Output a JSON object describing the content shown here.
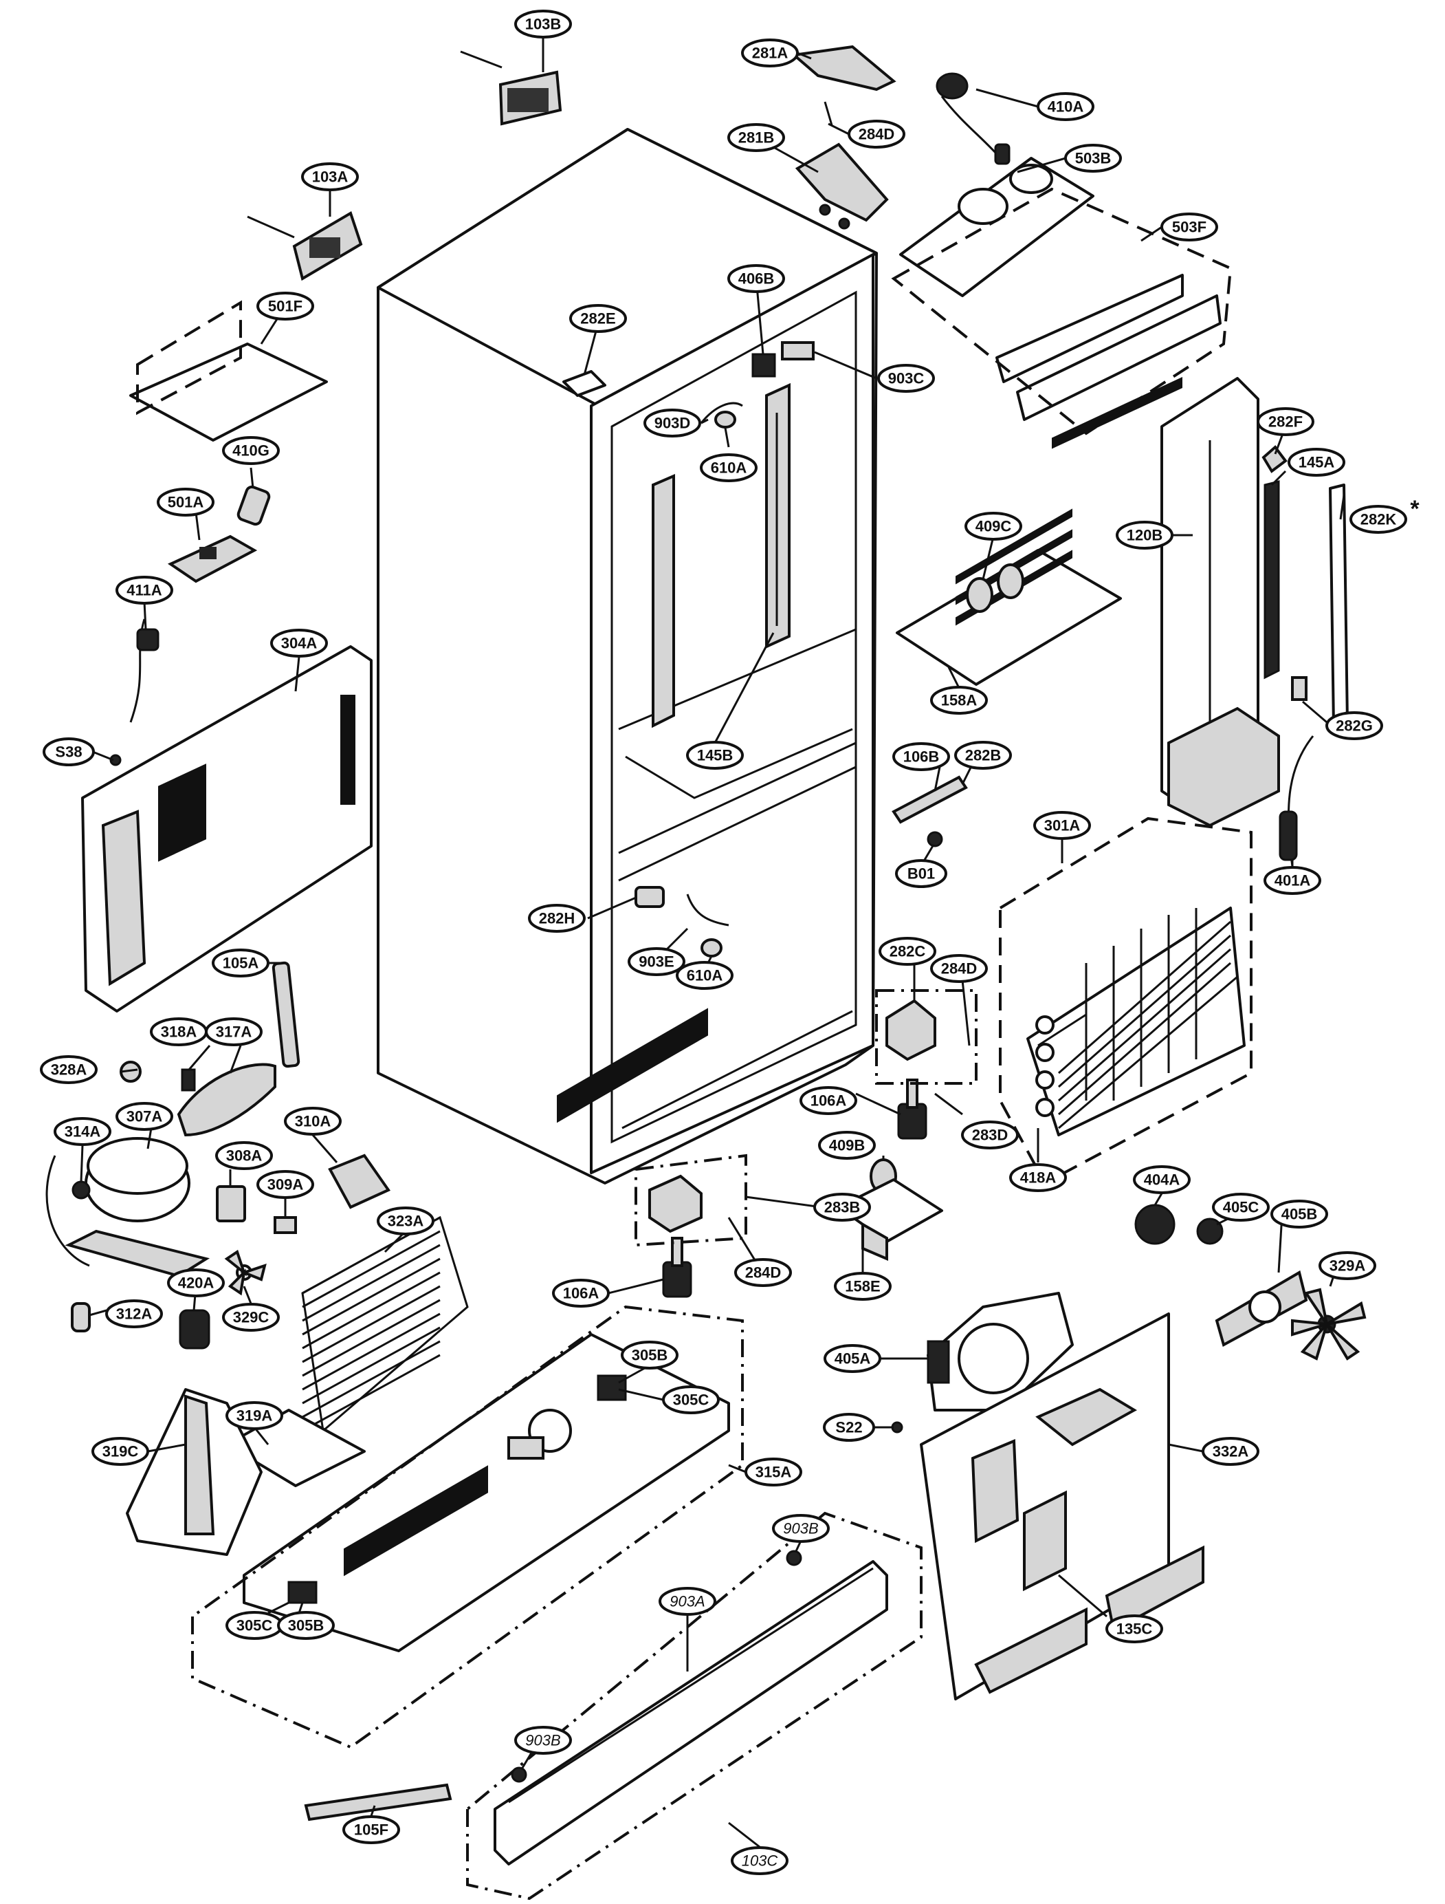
{
  "callouts": {
    "c103B": "103B",
    "c281A": "281A",
    "c410A": "410A",
    "c284D_top": "284D",
    "c281B": "281B",
    "c503B": "503B",
    "c103A": "103A",
    "c503F": "503F",
    "c501F": "501F",
    "c282E": "282E",
    "c406B": "406B",
    "c903C": "903C",
    "c903D": "903D",
    "c610A_top": "610A",
    "c282F": "282F",
    "c410G": "410G",
    "c145A": "145A",
    "c501A": "501A",
    "c409C": "409C",
    "c120B": "120B",
    "c282K": "282K",
    "c411A": "411A",
    "c304A": "304A",
    "c158A": "158A",
    "c282G": "282G",
    "cS38": "S38",
    "c145B": "145B",
    "c106B": "106B",
    "c282B": "282B",
    "c301A": "301A",
    "cB01": "B01",
    "c401A": "401A",
    "c282H": "282H",
    "c903E": "903E",
    "c610A_mid": "610A",
    "c282C": "282C",
    "c284D_mid": "284D",
    "c105A": "105A",
    "c318A": "318A",
    "c317A": "317A",
    "c328A": "328A",
    "c106A_mid": "106A",
    "c283D": "283D",
    "c307A": "307A",
    "c314A": "314A",
    "c310A": "310A",
    "c308A": "308A",
    "c409B": "409B",
    "c418A": "418A",
    "c309A": "309A",
    "c283B": "283B",
    "c404A": "404A",
    "c405C": "405C",
    "c405B": "405B",
    "c323A": "323A",
    "c329A": "329A",
    "c284D_low": "284D",
    "c158E": "158E",
    "c420A": "420A",
    "c312A": "312A",
    "c106A_low": "106A",
    "c329C": "329C",
    "c405A": "405A",
    "c305B_top": "305B",
    "c319A": "319A",
    "c305C_top": "305C",
    "cS22": "S22",
    "c319C": "319C",
    "c315A": "315A",
    "c332A": "332A",
    "c903B_top": "903B",
    "c305C_low": "305C",
    "c305B_low": "305B",
    "c135C": "135C",
    "c903A": "903A",
    "c903B_low": "903B",
    "c105F": "105F",
    "c103C": "103C"
  },
  "asterisk": "*"
}
